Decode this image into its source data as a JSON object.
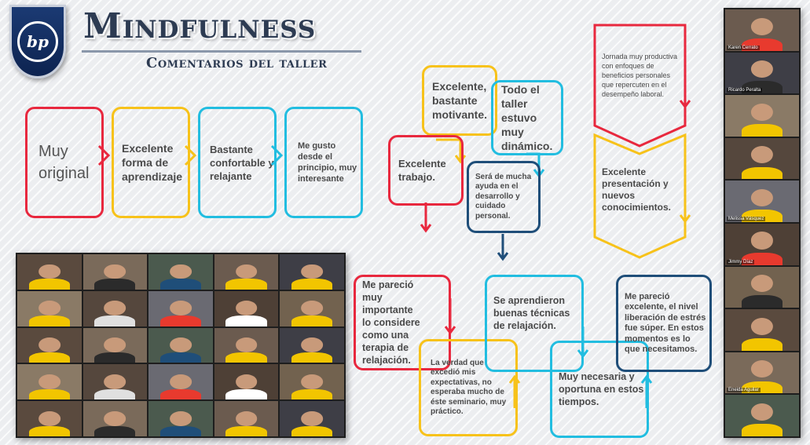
{
  "header": {
    "logo_text": "bp",
    "title": "Mindfulness",
    "subtitle": "Comentarios del taller"
  },
  "row_boxes": [
    {
      "text": "Muy original",
      "color": "#e8283e"
    },
    {
      "text": "Excelente forma de aprendizaje",
      "color": "#f7c21a"
    },
    {
      "text": "Bastante confortable y relajante",
      "color": "#22bde0"
    },
    {
      "text": "Me gusto desde el principio, muy interesante",
      "color": "#22bde0"
    }
  ],
  "flow_top": [
    {
      "text": "Excelente, bastante motivante.",
      "color": "#f7c21a"
    },
    {
      "text": "Todo el taller estuvo muy dinámico.",
      "color": "#22bde0"
    },
    {
      "text": "Excelente trabajo.",
      "color": "#e8283e"
    },
    {
      "text": "Será de mucha ayuda en el desarrollo y cuidado personal.",
      "color": "#1f4e79"
    }
  ],
  "chevrons": [
    {
      "text": "Jornada muy productiva con enfoques de beneficios personales que repercuten en el desempeño laboral.",
      "color": "#e8283e"
    },
    {
      "text": "Excelente presentación y nuevos conocimientos.",
      "color": "#f7c21a"
    }
  ],
  "flow_bottom": [
    {
      "text": "Me pareció muy importante lo considere como una terapia de relajación.",
      "color": "#e8283e"
    },
    {
      "text": "La verdad que excedió mis expectativas, no esperaba mucho de éste seminario, muy práctico.",
      "color": "#f7c21a"
    },
    {
      "text": "Se aprendieron buenas técnicas de relajación.",
      "color": "#22bde0"
    },
    {
      "text": "Muy necesaria y oportuna en estos tiempos.",
      "color": "#22bde0"
    },
    {
      "text": "Me pareció excelente, el nivel liberación de estrés fue súper. En estos momentos es lo que necesitamos.",
      "color": "#1f4e79"
    }
  ],
  "sidebar_participants": [
    "Karen Cerrato",
    "Ricardo Peralta",
    "",
    "",
    "Melissa Vásquez",
    "Jimmy Díaz",
    "",
    "",
    "Eneida Aguilar",
    ""
  ]
}
